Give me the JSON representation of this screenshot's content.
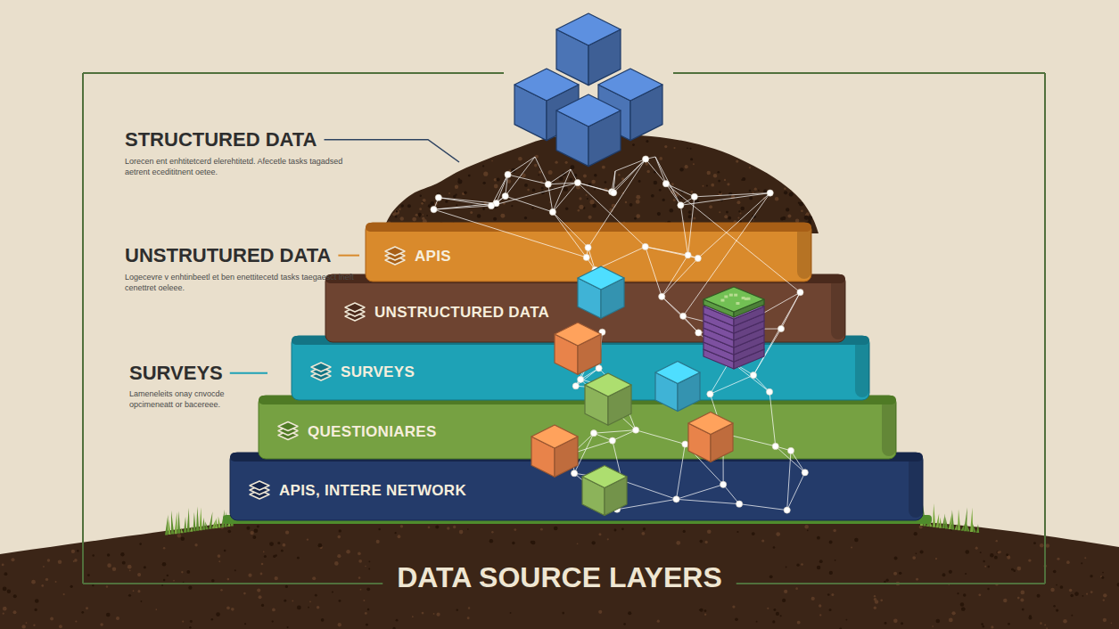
{
  "diagram": {
    "title": "DATA SOURCE LAYERS",
    "nodes": [
      {
        "text": [
          "APIS"
        ]
      },
      {
        "text": [
          "UNSTRUCTURED DATA"
        ]
      },
      {
        "text": [
          "SURVEYS"
        ]
      },
      {
        "text": [
          "QUESTIONIARES"
        ]
      },
      {
        "text": [
          "APIS, INTERE NETWORK"
        ]
      }
    ],
    "labels": [
      "STRUCTURED DATA",
      "Lorecen ent enhtitetcerd elerehtitetd. Afecetle tasks tagadsed aetrent ecedititnent oetee.",
      "UNSTRUTURED DATA",
      "Logecevre v enhtinbeetl et ben enettitecetd tasks taegaesct lneft cenettret oeleee.",
      "SURVEYS",
      "Lameneleits onay cnvocde opcimeneatt or bacereee."
    ]
  }
}
